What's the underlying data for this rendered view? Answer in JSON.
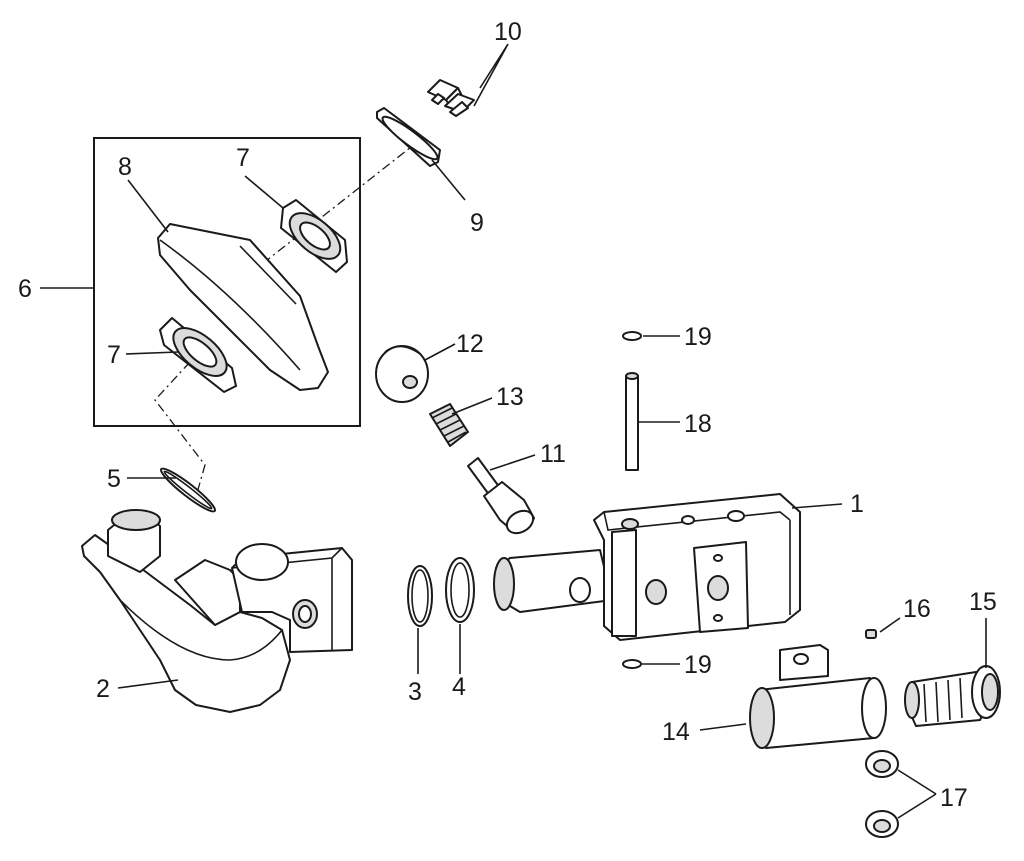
{
  "diagram": {
    "callouts": {
      "p1": "1",
      "p2": "2",
      "p3": "3",
      "p4": "4",
      "p5": "5",
      "p6": "6",
      "p7a": "7",
      "p7b": "7",
      "p8": "8",
      "p9": "9",
      "p10": "10",
      "p11": "11",
      "p12": "12",
      "p13": "13",
      "p14": "14",
      "p15": "15",
      "p16": "16",
      "p17": "17",
      "p18": "18",
      "p19a": "19",
      "p19b": "19"
    }
  }
}
